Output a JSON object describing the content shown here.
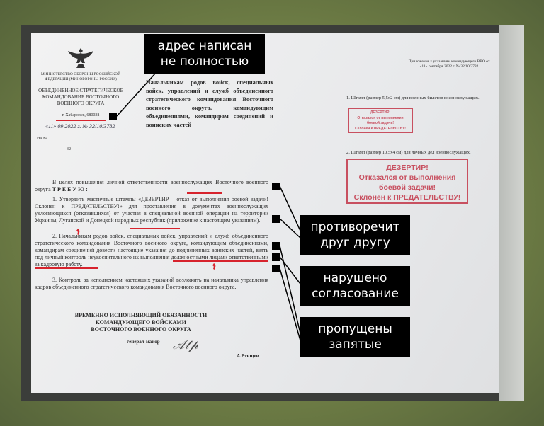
{
  "header_left": {
    "emblem": "eagle-emblem",
    "ministry": "МИНИСТЕРСТВО ОБОРОНЫ РОССИЙСКОЙ ФЕДЕРАЦИИ (МИНОБОРОНЫ РОССИИ)",
    "command": "ОБЪЕДИНЕННОЕ СТРАТЕГИЧЕСКОЕ КОМАНДОВАНИЕ ВОСТОЧНОГО ВОЕННОГО ОКРУГА",
    "address": "г. Хабаровск, 680038",
    "date_line": "«11» 09 2022 г. № 32/10/3782",
    "na_no": "На №",
    "code": "32"
  },
  "addressee": "Начальникам родов войск, специальных войск, управлений и служб объединенного стратегического командования Восточного военного округа, командующим объединениями, командирам соединений и воинских частей",
  "appendix": {
    "header": "Приложение к указаниям командующего ВВО от «11» сентября 2022 г. № 32/10/3782",
    "item1": "1. Штамп (размер 5,5х2 см) для военных билетов военнослужащих.",
    "stamp_small": [
      "ДЕЗЕРТИР!",
      "Отказался от выполнения",
      "боевой задачи!",
      "Склонен к ПРЕДАТЕЛЬСТВУ!"
    ],
    "item2": "2. Штамп (размер 10,5х4 см) для личных дел военнослужащих.",
    "stamp_large": [
      "ДЕЗЕРТИР!",
      "Отказался от выполнения",
      "боевой задачи!",
      "Склонен к ПРЕДАТЕЛЬСТВУ!"
    ]
  },
  "body": {
    "intro": "В целях повышения личной ответственности военнослужащих Восточного военного округа",
    "demand": "ТРЕБУЮ:",
    "p1": "1. Утвердить мастичные штампы «ДЕЗЕРТИР – отказ от выполнения боевой задачи! Склонен к ПРЕДАТЕЛЬСТВУ!» для проставления в документах военнослужащих уклоняющихся (отказавшихся) от участия в специальной военной операции на территории Украины, Луганской и Донецкой народных республик (приложение к настоящим указаниям).",
    "p2": "2. Начальникам родов войск, специальных войск, управлений и служб объединенного стратегического командования Восточного военного округа, командующим объединениями, командирам соединений довести настоящие указания до подчиненных воинских частей, взять под личный контроль неукоснительного их выполнения должностными лицами ответственными за кадровую работу.",
    "p3": "3. Контроль за исполнением настоящих указаний возложить на начальника управления кадров объединенного стратегического командования Восточного военного округа."
  },
  "signature": {
    "title": [
      "ВРЕМЕННО ИСПОЛНЯЮЩИЙ ОБЯЗАННОСТИ",
      "КОМАНДУЮЩЕГО ВОЙСКАМИ",
      "ВОСТОЧНОГО ВОЕННОГО ОКРУГА"
    ],
    "rank": "генерал-майор",
    "name": "А.Ртищев"
  },
  "annotations": {
    "address": "адрес написан не полностью",
    "contradicts": "противоречит друг другу",
    "approval": "нарушено согласование",
    "commas": "пропущены запятые"
  },
  "colors": {
    "annotation_box": "#000000",
    "underline": "#d7232d",
    "stamp": "#c85060",
    "background": "#6e7d45"
  }
}
